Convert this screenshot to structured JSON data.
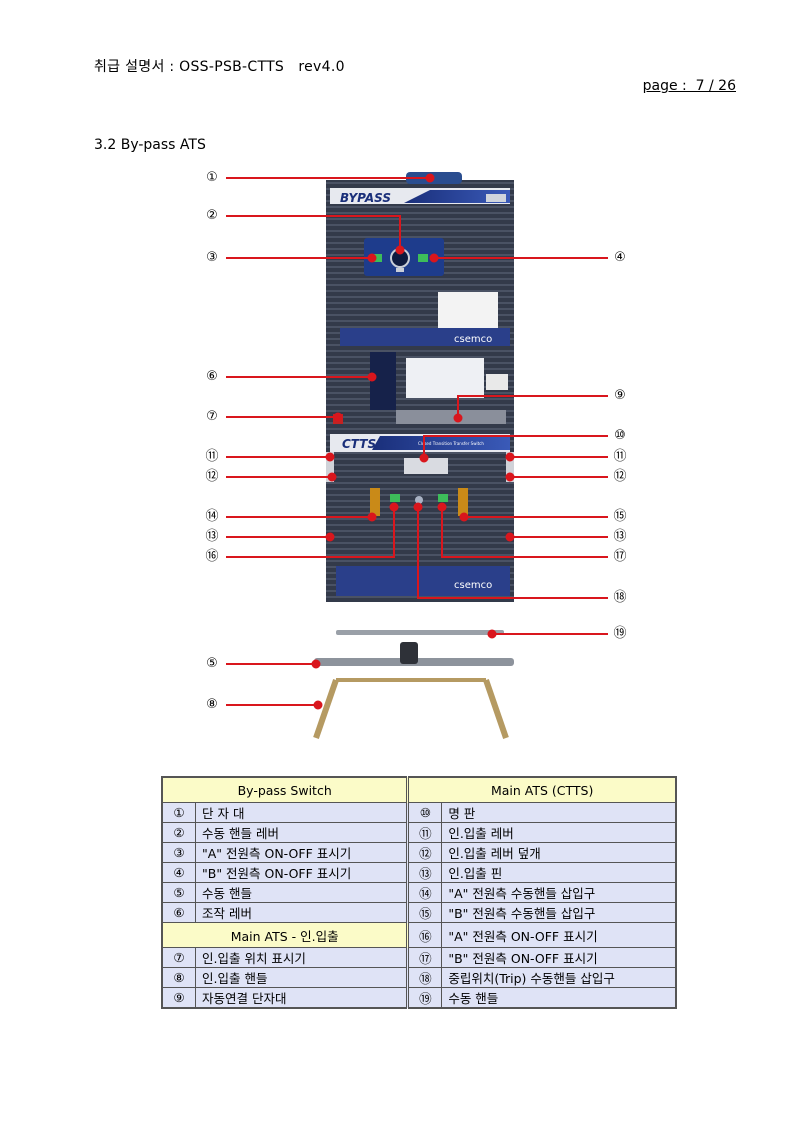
{
  "header": {
    "title": "취급 설명서 : OSS-PSB-CTTS   rev4.0",
    "page": "page :  7 / 26"
  },
  "section_title": "3.2 By-pass ATS",
  "figure": {
    "bypass_label": "BYPASS",
    "ctts_label": "CTTS",
    "ctts_sublabel": "Closed Transition Transfer Switch",
    "brand": "csemco",
    "callout_color": "#d9161d",
    "callouts_left": [
      "①",
      "②",
      "③",
      "⑥",
      "⑦",
      "⑪",
      "⑫",
      "⑭",
      "⑬",
      "⑯",
      "⑤",
      "⑧"
    ],
    "callouts_right": [
      "④",
      "⑨",
      "⑩",
      "⑪",
      "⑫",
      "⑮",
      "⑬",
      "⑰",
      "⑱",
      "⑲"
    ]
  },
  "legend": {
    "bypass_header": "By-pass  Switch",
    "ctts_header": "Main  ATS (CTTS)",
    "main_ats_header": "Main ATS - 인.입출",
    "bypass_rows": [
      {
        "num": "①",
        "text": "단 자 대"
      },
      {
        "num": "②",
        "text": "수동 핸들 레버"
      },
      {
        "num": "③",
        "text": "\"A\" 전원측 ON-OFF 표시기"
      },
      {
        "num": "④",
        "text": "\"B\" 전원측 ON-OFF 표시기"
      },
      {
        "num": "⑤",
        "text": "수동 핸들"
      },
      {
        "num": "⑥",
        "text": "조작 레버"
      }
    ],
    "main_ats_rows": [
      {
        "num": "⑦",
        "text": "인.입출 위치 표시기"
      },
      {
        "num": "⑧",
        "text": "인.입출 핸들"
      },
      {
        "num": "⑨",
        "text": "자동연결 단자대"
      }
    ],
    "ctts_rows": [
      {
        "num": "⑩",
        "text": "명 판"
      },
      {
        "num": "⑪",
        "text": "인.입출 레버"
      },
      {
        "num": "⑫",
        "text": "인.입출 레버 덮개"
      },
      {
        "num": "⑬",
        "text": "인.입출 핀"
      },
      {
        "num": "⑭",
        "text": "\"A\" 전원측 수동핸들 삽입구"
      },
      {
        "num": "⑮",
        "text": "\"B\" 전원측 수동핸들 삽입구"
      },
      {
        "num": "⑯",
        "text": "\"A\" 전원측 ON-OFF 표시기"
      },
      {
        "num": "⑰",
        "text": "\"B\" 전원측 ON-OFF 표시기"
      },
      {
        "num": "⑱",
        "text": "중립위치(Trip) 수동핸들 삽입구"
      },
      {
        "num": "⑲",
        "text": "수동 핸들"
      }
    ]
  }
}
